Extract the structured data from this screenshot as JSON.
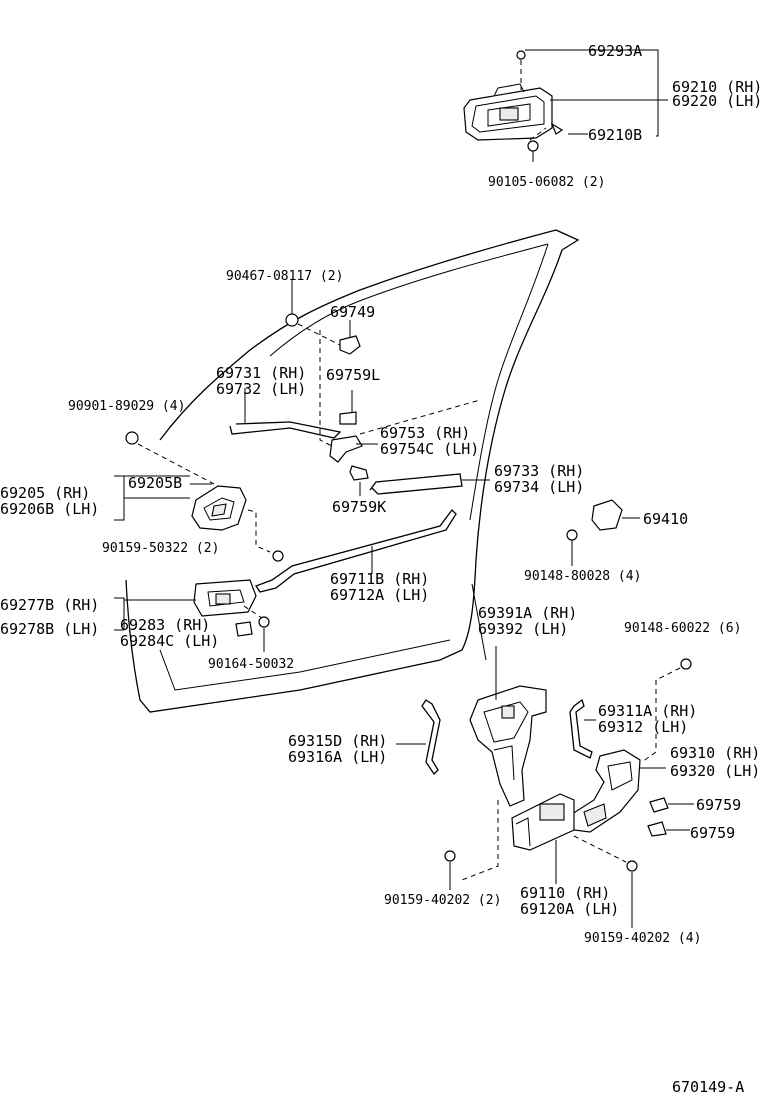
{
  "labels": {
    "p69293A": "69293A",
    "p69210": "69210 (RH)",
    "p69220": "69220 (LH)",
    "p69210B": "69210B",
    "p90105": "90105-06082 (2)",
    "p90467": "90467-08117 (2)",
    "p69749": "69749",
    "p69731": "69731 (RH)",
    "p69732": "69732 (LH)",
    "p69759L": "69759L",
    "p90901": "90901-89029 (4)",
    "p69753": "69753  (RH)",
    "p69754C": "69754C (LH)",
    "p69205": "69205  (RH)",
    "p69206B": "69206B (LH)",
    "p69205B": "69205B",
    "p69733": "69733 (RH)",
    "p69734": "69734 (LH)",
    "p69759K": "69759K",
    "p69410": "69410",
    "p90159_50322": "90159-50322 (2)",
    "p90148_80028": "90148-80028 (4)",
    "p69711B": "69711B (RH)",
    "p69712A": "69712A (LH)",
    "p69277B": "69277B (RH)",
    "p69278B": "69278B (LH)",
    "p69283": "69283  (RH)",
    "p69284C": "69284C (LH)",
    "p69391A": "69391A (RH)",
    "p69392": "69392   (LH)",
    "p90148_60022": "90148-60022 (6)",
    "p90164": "90164-50032",
    "p69311A": "69311A (RH)",
    "p69312": "69312   (LH)",
    "p69315D": "69315D (RH)",
    "p69316A": "69316A (LH)",
    "p69310": "69310 (RH)",
    "p69320": "69320 (LH)",
    "p69759a": "69759",
    "p69759b": "69759",
    "p90159_40202a": "90159-40202 (2)",
    "p69110": "69110  (RH)",
    "p69120A": "69120A (LH)",
    "p90159_40202b": "90159-40202 (4)",
    "figure_id": "670149-A"
  }
}
